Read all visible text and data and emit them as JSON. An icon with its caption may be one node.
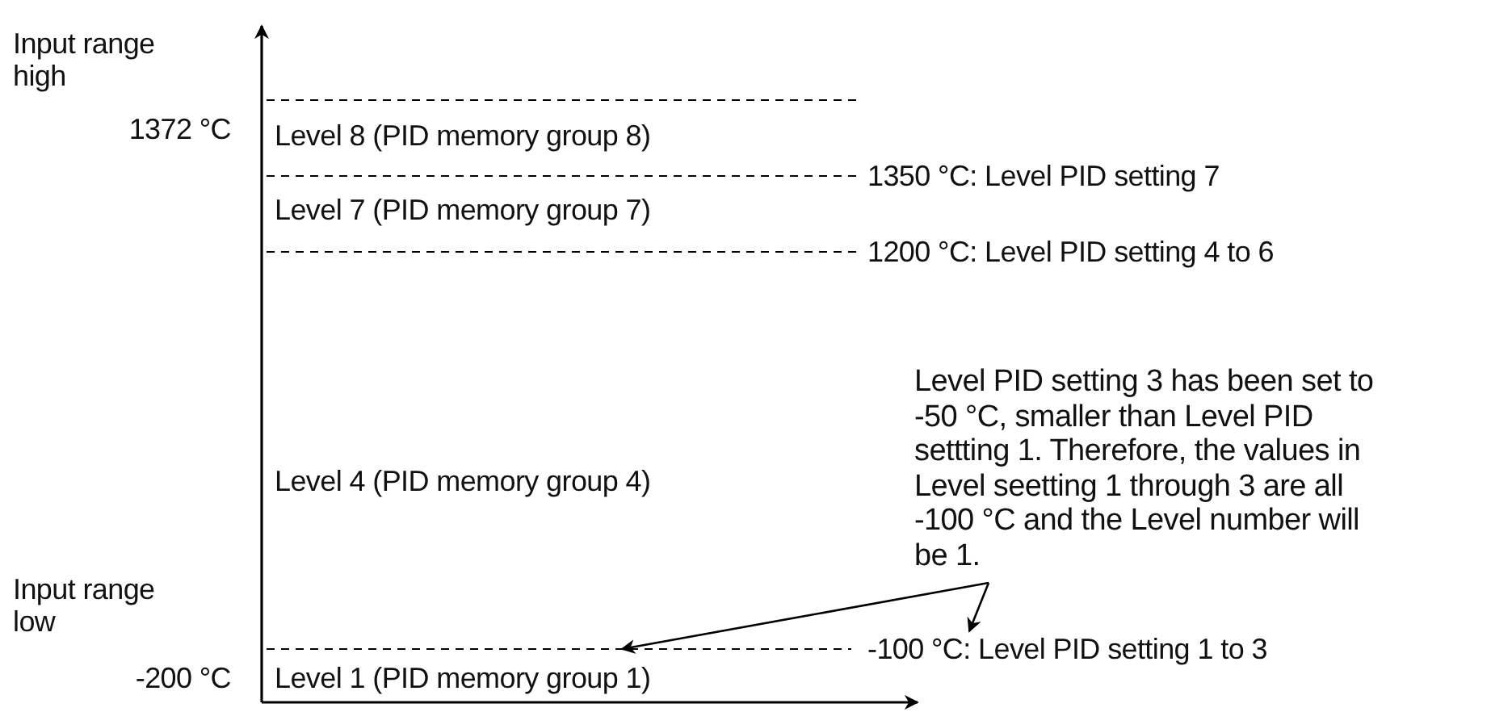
{
  "diagram": {
    "nodes": [
      {
        "text": [
          "Level PID setting 3 has been set to -50 °C, smaller than Level PID settting 1. Therefore, the values in Level seetting 1 through 3 are all -100 °C and the Level number will be 1."
        ]
      },
      {
        "text": [
          "-100 °C: Level PID setting 1 to 3"
        ]
      },
      {
        "text": [],
        "shape": "line"
      }
    ],
    "edges": [
      {
        "from": 0,
        "to": 2,
        "arrow": "to"
      },
      {
        "from": 0,
        "to": 1,
        "arrow": "to"
      }
    ],
    "labels": [
      "Input range high",
      "1372 °C",
      "Level 8 (PID memory group 8)",
      "1350 °C: Level PID setting 7",
      "Level 7 (PID memory group 7)",
      "1200 °C: Level PID setting 4 to 6",
      "Level 4 (PID memory group 4)",
      "Input range low",
      "-200 °C",
      "Level 1 (PID memory group 1)"
    ]
  }
}
